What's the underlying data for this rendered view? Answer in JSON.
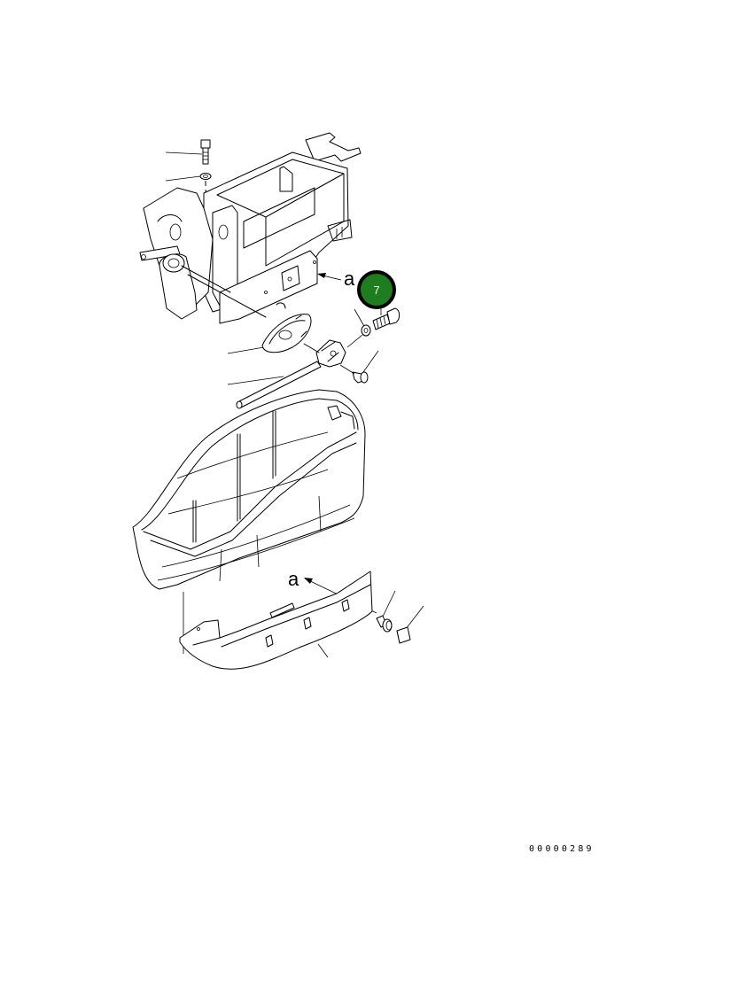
{
  "diagram": {
    "type": "exploded-parts-view",
    "description": "Console box assembly exploded view with frame, bracket, lever, cover and lower panel",
    "document_number": "00000289",
    "reference_markers": [
      {
        "label": "a",
        "position": "upper, right of frame"
      },
      {
        "label": "a",
        "position": "lower, above lower cover"
      }
    ],
    "callouts": [
      {
        "number": "7",
        "color": "#1e7d1e",
        "border_color": "#000000",
        "text_color": "#e8ffe8",
        "target": "bolt"
      }
    ],
    "parts": [
      {
        "name": "bolt-top"
      },
      {
        "name": "washer-top"
      },
      {
        "name": "console-frame"
      },
      {
        "name": "bracket"
      },
      {
        "name": "lever-assembly"
      },
      {
        "name": "rod"
      },
      {
        "name": "washer"
      },
      {
        "name": "bolt"
      },
      {
        "name": "screw"
      },
      {
        "name": "console-cover"
      },
      {
        "name": "lower-cover"
      },
      {
        "name": "clip-bolt"
      },
      {
        "name": "cap"
      }
    ],
    "leader_lines_count": 9
  }
}
